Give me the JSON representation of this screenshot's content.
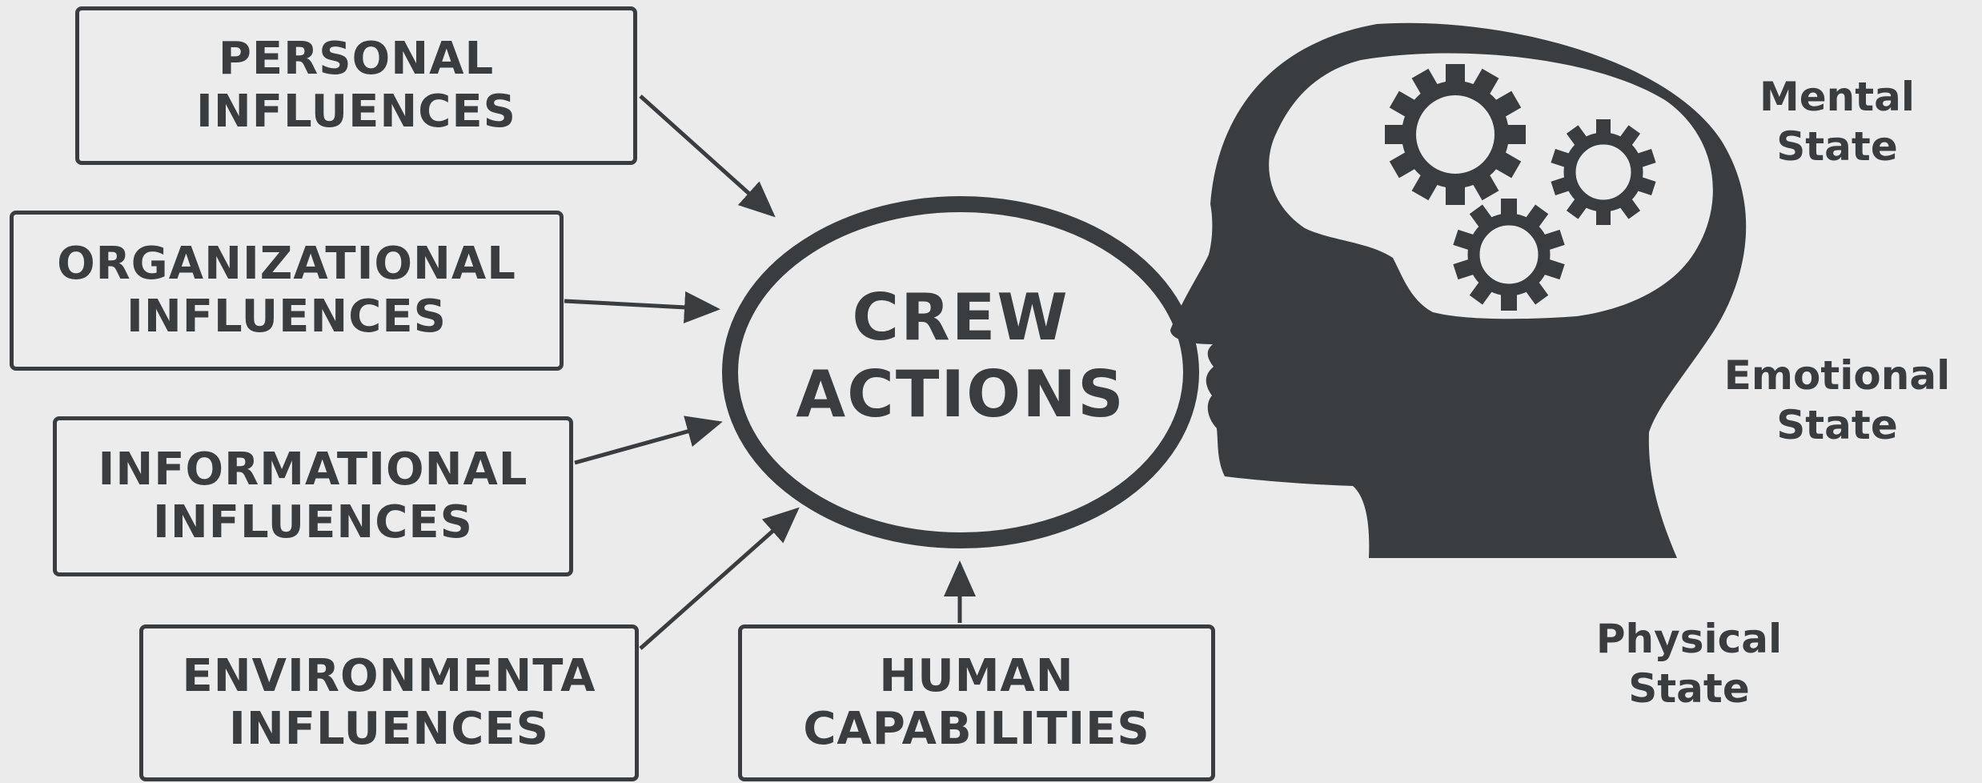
{
  "influences": {
    "personal": [
      "PERSONAL",
      "INFLUENCES"
    ],
    "organizational": [
      "ORGANIZATIONAL",
      "INFLUENCES"
    ],
    "informational": [
      "INFORMATIONAL",
      "INFLUENCES"
    ],
    "environmental": [
      "ENVIRONMENTA",
      "INFLUENCES"
    ],
    "human": [
      "HUMAN",
      "CAPABILITIES"
    ]
  },
  "center": [
    "CREW",
    "ACTIONS"
  ],
  "states": {
    "mental": [
      "Mental",
      "State"
    ],
    "emotional": [
      "Emotional",
      "State"
    ],
    "physical": [
      "Physical",
      "State"
    ]
  },
  "colors": {
    "ink": "#3a3d40",
    "background": "#ebebeb"
  },
  "icons": [
    "head-silhouette-icon",
    "gear-icon"
  ]
}
